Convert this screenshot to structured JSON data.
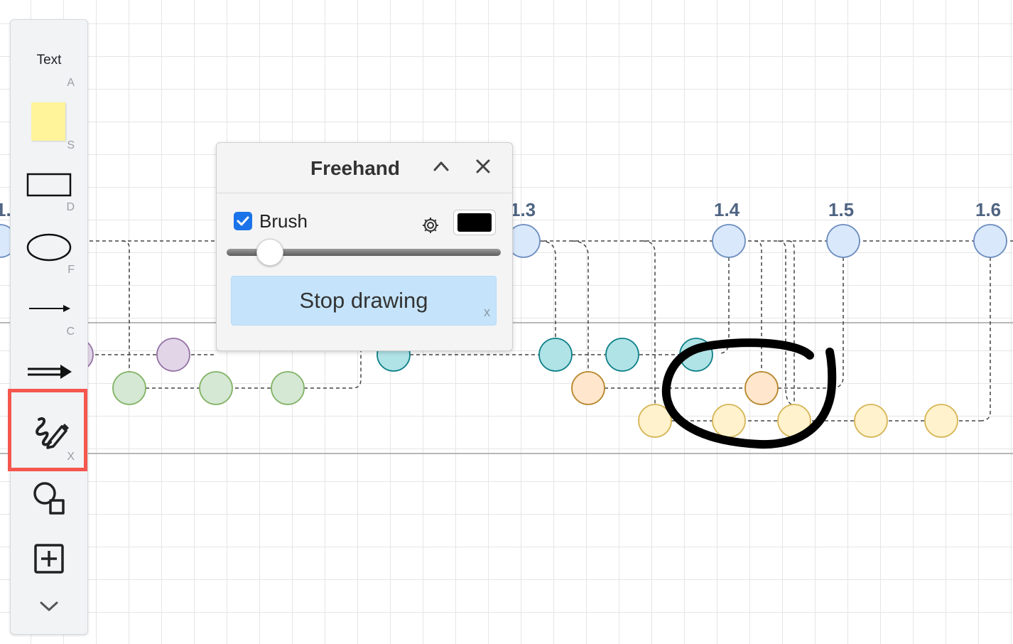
{
  "toolbar": {
    "text_label": "Text",
    "text_key": "A",
    "sticky_key": "S",
    "rect_key": "D",
    "ellipse_key": "F",
    "line_key": "C",
    "freehand_key": "X"
  },
  "panel": {
    "title": "Freehand",
    "brush_label": "Brush",
    "brush_checked": true,
    "brush_color": "#000000",
    "brush_size": 0.13,
    "stop_label": "Stop drawing",
    "stop_key": "x"
  },
  "diagram": {
    "version_labels": [
      "1.",
      "1.3",
      "1.4",
      "1.5",
      "1.6"
    ]
  },
  "colors": {
    "accent": "#1a73e8",
    "highlight": "#f5564d",
    "stop_button": "#c5e4fb"
  }
}
